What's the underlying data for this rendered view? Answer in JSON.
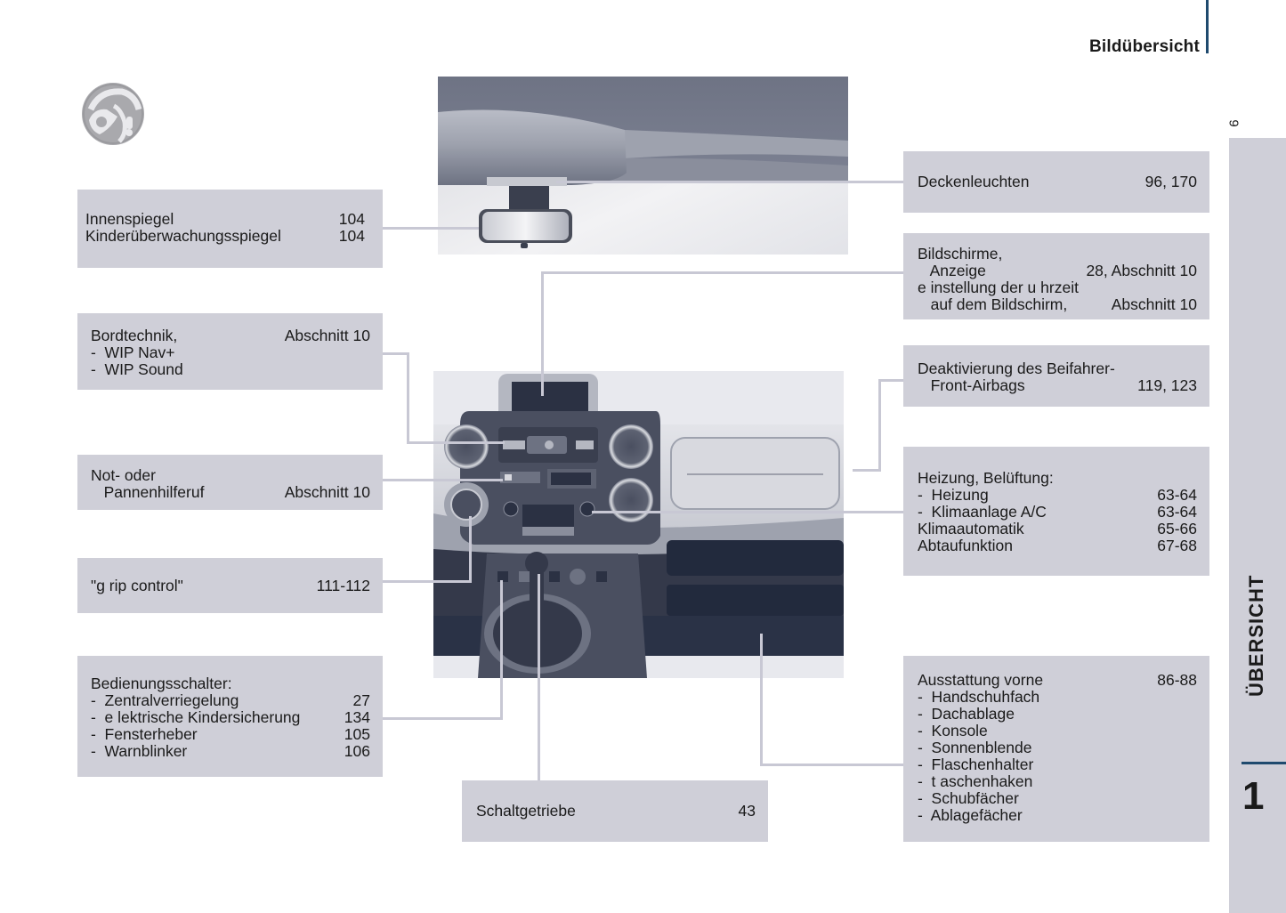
{
  "header": {
    "title": "Bildübersicht"
  },
  "page_number": "9",
  "side_tab": {
    "label": "ÜBERSICHT",
    "chapter": "1"
  },
  "section_icon": "driver-steering-wheel-icon",
  "callouts_left": [
    {
      "id": "mirror",
      "lines": [
        {
          "text": "Innenspiegel",
          "ref": "104"
        },
        {
          "text": "Kinderüberwachungsspiegel",
          "ref": "104"
        }
      ]
    },
    {
      "id": "onboard-tech",
      "lines": [
        {
          "text": "Bordtechnik,",
          "ref": "Abschnitt 10"
        },
        {
          "text": "-  WIP Nav+",
          "ref": ""
        },
        {
          "text": "-  WIP Sound",
          "ref": ""
        }
      ]
    },
    {
      "id": "emergency-call",
      "lines": [
        {
          "text": "Not- oder",
          "ref": ""
        },
        {
          "text": "   Pannenhilferuf",
          "ref": "Abschnitt 10"
        }
      ]
    },
    {
      "id": "grip-control",
      "lines": [
        {
          "text": "\"g rip control\"",
          "ref": "111-112"
        }
      ]
    },
    {
      "id": "control-switches",
      "lines": [
        {
          "text": "Bedienungsschalter:",
          "ref": ""
        },
        {
          "text": "-  Zentralverriegelung",
          "ref": "27"
        },
        {
          "text": "-  e lektrische Kindersicherung",
          "ref": "134"
        },
        {
          "text": "-  Fensterheber",
          "ref": "105"
        },
        {
          "text": "-  Warnblinker",
          "ref": "106"
        }
      ]
    }
  ],
  "callouts_right": [
    {
      "id": "ceiling-lights",
      "lines": [
        {
          "text": "Deckenleuchten",
          "ref": "96, 170"
        }
      ]
    },
    {
      "id": "screens",
      "lines": [
        {
          "text": "Bildschirme,",
          "ref": ""
        },
        {
          "text": "   Anzeige",
          "ref": "28, Abschnitt 10"
        },
        {
          "text": "e instellung der u hrzeit",
          "ref": ""
        },
        {
          "text": "   auf dem Bildschirm,",
          "ref": "Abschnitt 10"
        }
      ]
    },
    {
      "id": "airbag-deactivation",
      "lines": [
        {
          "text": "Deaktivierung des Beifahrer-",
          "ref": ""
        },
        {
          "text": "   Front-Airbags",
          "ref": "119, 123"
        }
      ]
    },
    {
      "id": "heating",
      "lines": [
        {
          "text": "Heizung, Belüftung:",
          "ref": ""
        },
        {
          "text": "-  Heizung",
          "ref": "63-64"
        },
        {
          "text": "-  Klimaanlage A/C",
          "ref": "63-64"
        },
        {
          "text": "Klimaautomatik",
          "ref": "65-66"
        },
        {
          "text": "Abtaufunktion",
          "ref": "67-68"
        }
      ]
    },
    {
      "id": "front-equipment",
      "lines": [
        {
          "text": "Ausstattung vorne",
          "ref": "86-88"
        },
        {
          "text": "-  Handschuhfach",
          "ref": ""
        },
        {
          "text": "-  Dachablage",
          "ref": ""
        },
        {
          "text": "-  Konsole",
          "ref": ""
        },
        {
          "text": "-  Sonnenblende",
          "ref": ""
        },
        {
          "text": "-  Flaschenhalter",
          "ref": ""
        },
        {
          "text": "-  t aschenhaken",
          "ref": ""
        },
        {
          "text": "-  Schubfächer",
          "ref": ""
        },
        {
          "text": "-  Ablagefächer",
          "ref": ""
        }
      ]
    }
  ],
  "callout_bottom": {
    "id": "gearbox",
    "lines": [
      {
        "text": "Schaltgetriebe",
        "ref": "43"
      }
    ]
  },
  "photos": {
    "top": "interior-mirror-and-ceiling-light-photo",
    "main": "dashboard-center-console-photo"
  },
  "colors": {
    "box_bg": "#cfcfd8",
    "leader": "#c8c8d4",
    "accent_rule": "#1f4a6e"
  }
}
